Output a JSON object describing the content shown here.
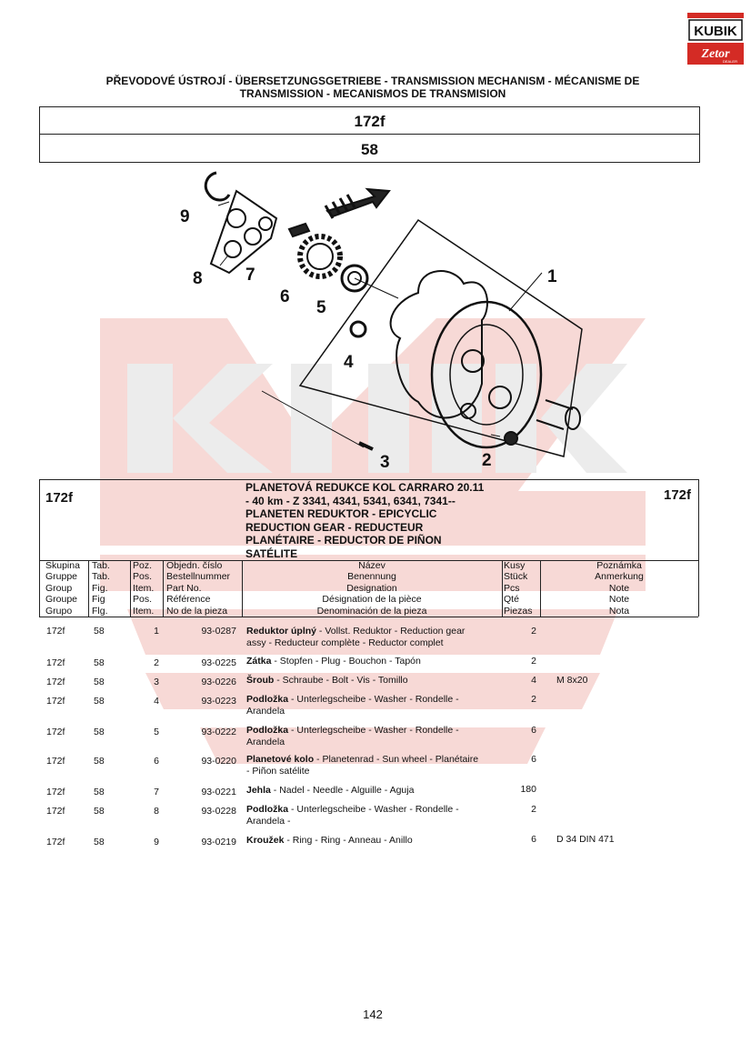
{
  "logo": {
    "top": "KUBIK",
    "bottom": "Zetor",
    "small": "DEALER"
  },
  "header": {
    "title_line1": "PŘEVODOVÉ ÚSTROJÍ - ÜBERSETZUNGSGETRIEBE - TRANSMISSION MECHANISM - MÉCANISME DE",
    "title_line2": "TRANSMISSION - MECANISMOS DE TRANSMISION",
    "code": "172f",
    "tab": "58"
  },
  "figure": {
    "labels": [
      "1",
      "2",
      "3",
      "4",
      "5",
      "6",
      "7",
      "8",
      "9"
    ]
  },
  "group": {
    "code_left": "172f",
    "code_right": "172f",
    "title_lines": [
      "PLANETOVÁ REDUKCE KOL CARRARO 20.11",
      "- 40 km - Z 3341, 4341, 5341, 6341, 7341--",
      "PLANETEN REDUKTOR - EPICYCLIC",
      "REDUCTION GEAR - REDUCTEUR",
      "PLANÉTAIRE - REDUCTOR DE PIÑON",
      "SATÉLITE"
    ]
  },
  "table_header": {
    "skupina": [
      "Skupina",
      "Gruppe",
      "Group",
      "Groupe",
      "Grupo"
    ],
    "tab": [
      "Tab.",
      "Tab.",
      "Fig.",
      "Fig",
      "Flg."
    ],
    "poz": [
      "Poz.",
      "Pos.",
      "Item.",
      "Pos.",
      "Item."
    ],
    "objedn": [
      "Objedn. číslo",
      "Bestellnummer",
      "Part No.",
      "Référence",
      "No de la pieza"
    ],
    "nazev": [
      "Název",
      "Benennung",
      "Designation",
      "Désignation de la pièce",
      "Denominación de la pieza"
    ],
    "kusy": [
      "Kusy",
      "Stück",
      "Pcs",
      "Qté",
      "Piezas"
    ],
    "poznamka": [
      "Poznámka",
      "Anmerkung",
      "Note",
      "Note",
      "Nota"
    ]
  },
  "rows": [
    {
      "group": "172f",
      "tab": "58",
      "item": "1",
      "part": "93-0287",
      "name_bold": "Reduktor úplný",
      "name_rest": " - Vollst. Reduktor - Reduction gear",
      "line2": "assy - Reducteur complète - Reductor complet",
      "qty": "2",
      "note": ""
    },
    {
      "group": "172f",
      "tab": "58",
      "item": "2",
      "part": "93-0225",
      "name_bold": "Zátka",
      "name_rest": " - Stopfen - Plug - Bouchon - Tapón",
      "line2": "",
      "qty": "2",
      "note": ""
    },
    {
      "group": "172f",
      "tab": "58",
      "item": "3",
      "part": "93-0226",
      "name_bold": "Šroub",
      "name_rest": " - Schraube - Bolt - Vis - Tomillo",
      "line2": "",
      "qty": "4",
      "note": "M 8x20"
    },
    {
      "group": "172f",
      "tab": "58",
      "item": "4",
      "part": "93-0223",
      "name_bold": "Podložka",
      "name_rest": " - Unterlegscheibe - Washer - Rondelle -",
      "line2": "Arandela",
      "qty": "2",
      "note": ""
    },
    {
      "group": "172f",
      "tab": "58",
      "item": "5",
      "part": "93-0222",
      "name_bold": "Podložka",
      "name_rest": " - Unterlegscheibe - Washer - Rondelle -",
      "line2": "Arandela",
      "qty": "6",
      "note": ""
    },
    {
      "group": "172f",
      "tab": "58",
      "item": "6",
      "part": "93-0220",
      "name_bold": "Planetové kolo",
      "name_rest": " - Planetenrad - Sun wheel - Planétaire",
      "line2": "- Piñon satélite",
      "qty": "6",
      "note": ""
    },
    {
      "group": "172f",
      "tab": "58",
      "item": "7",
      "part": "93-0221",
      "name_bold": "Jehla",
      "name_rest": " - Nadel - Needle - Alguille - Aguja",
      "line2": "",
      "qty": "180",
      "note": ""
    },
    {
      "group": "172f",
      "tab": "58",
      "item": "8",
      "part": "93-0228",
      "name_bold": "Podložka",
      "name_rest": " - Unterlegscheibe - Washer - Rondelle -",
      "line2": "Arandela -",
      "qty": "2",
      "note": ""
    },
    {
      "group": "172f",
      "tab": "58",
      "item": "9",
      "part": "93-0219",
      "name_bold": "Kroužek",
      "name_rest": " - Ring - Ring - Anneau - Anillo",
      "line2": "",
      "qty": "6",
      "note": "D 34 DIN 471"
    }
  ],
  "page_number": "142"
}
